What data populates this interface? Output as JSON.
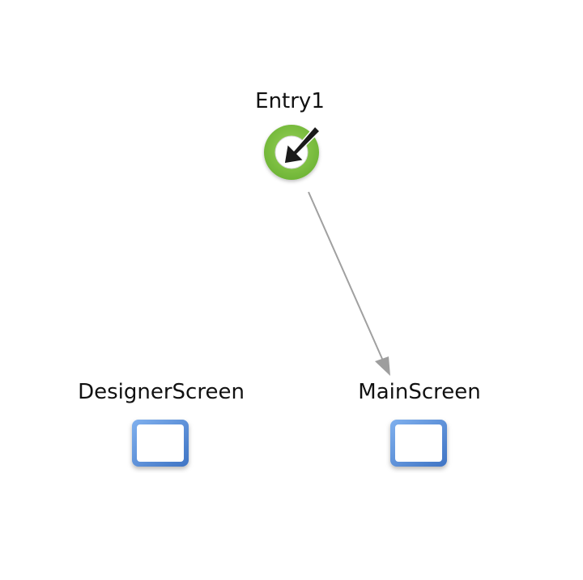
{
  "nodes": {
    "entry": {
      "label": "Entry1",
      "icon": "entry-point-icon",
      "color": "#7cc242"
    },
    "designer": {
      "label": "DesignerScreen",
      "icon": "screen-icon",
      "color": "#5b8fd6"
    },
    "main": {
      "label": "MainScreen",
      "icon": "screen-icon",
      "color": "#5b8fd6"
    }
  },
  "edges": [
    {
      "from": "Entry1",
      "to": "MainScreen",
      "color": "#a0a0a0"
    }
  ]
}
